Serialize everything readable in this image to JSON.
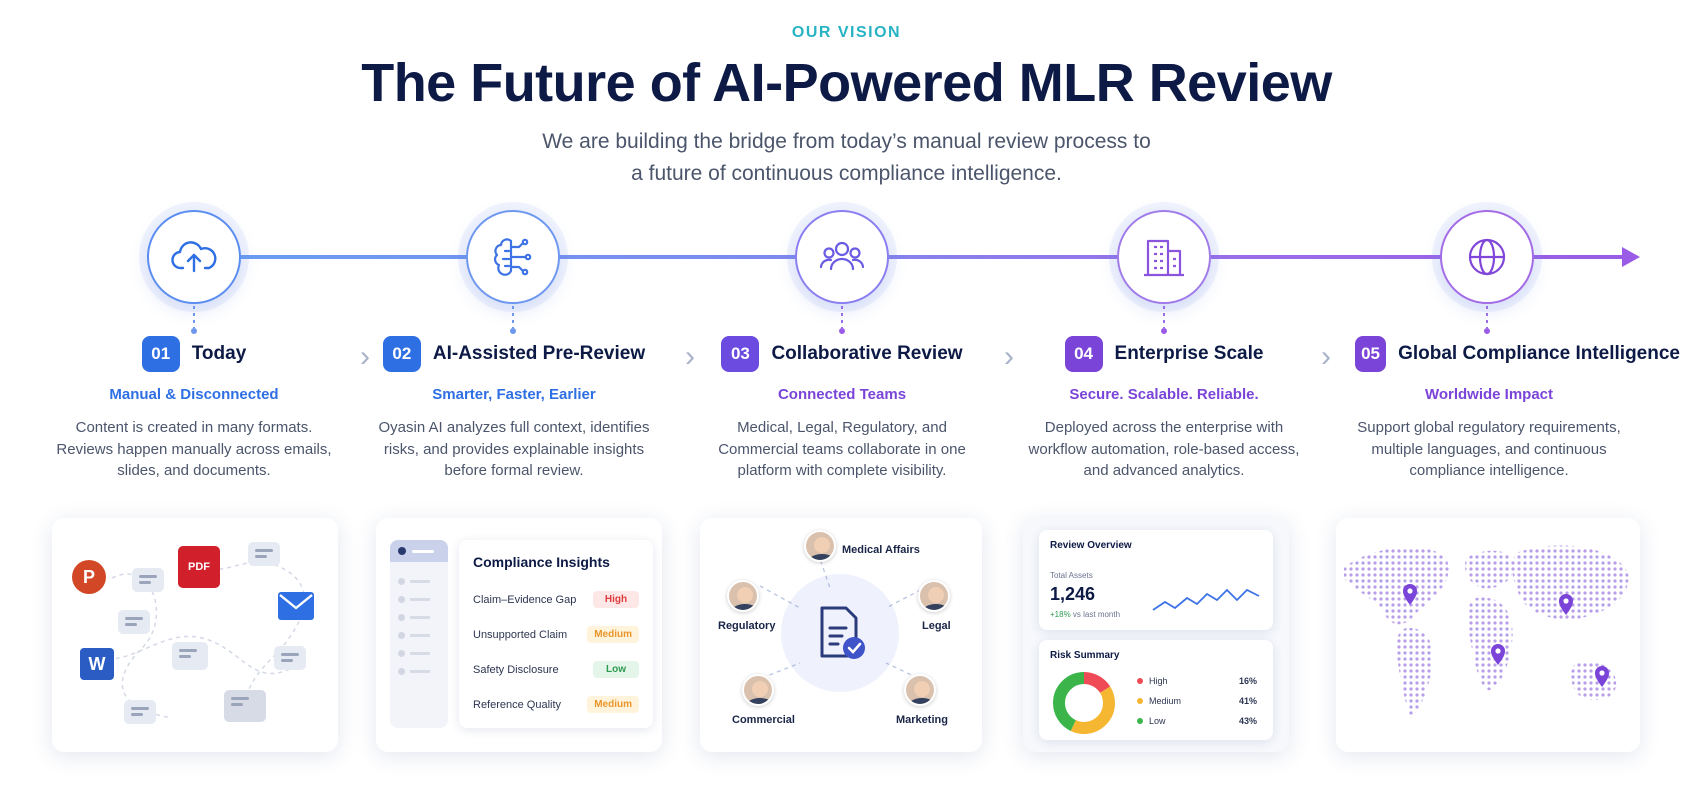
{
  "header": {
    "eyebrow": "OUR VISION",
    "title": "The Future of AI-Powered MLR Review",
    "subtitle_line1": "We are building the bridge from today’s manual review process to",
    "subtitle_line2": "a future of continuous compliance intelligence."
  },
  "colors": {
    "blue": "#2f6fe4",
    "purple": "#7a44d8",
    "teal": "#27b3c4"
  },
  "steps": [
    {
      "num": "01",
      "title": "Today",
      "subtitle": "Manual & Disconnected",
      "desc": "Content is created in many formats. Reviews happen manually across emails, slides, and documents.",
      "icon": "cloud-upload-icon"
    },
    {
      "num": "02",
      "title": "AI-Assisted Pre-Review",
      "subtitle": "Smarter, Faster, Earlier",
      "desc": "Oyasin AI analyzes full context, identifies risks, and provides explainable insights before formal review.",
      "icon": "ai-brain-icon"
    },
    {
      "num": "03",
      "title": "Collaborative Review",
      "subtitle": "Connected Teams",
      "desc": "Medical, Legal, Regulatory, and Commercial teams collaborate in one platform with complete visibility.",
      "icon": "team-icon"
    },
    {
      "num": "04",
      "title": "Enterprise Scale",
      "subtitle": "Secure. Scalable. Reliable.",
      "desc": "Deployed across the enterprise with workflow automation, role-based access, and advanced analytics.",
      "icon": "building-icon"
    },
    {
      "num": "05",
      "title": "Global Compliance Intelligence",
      "subtitle": "Worldwide Impact",
      "desc": "Support global regulatory requirements, multiple languages, and continuous compliance intelligence.",
      "icon": "globe-icon"
    }
  ],
  "card1": {
    "pdf_label": "PDF",
    "ppt_label": "P",
    "word_label": "W"
  },
  "card2": {
    "title": "Compliance Insights",
    "rows": [
      {
        "label": "Claim–Evidence Gap",
        "level": "High"
      },
      {
        "label": "Unsupported Claim",
        "level": "Medium"
      },
      {
        "label": "Safety Disclosure",
        "level": "Low"
      },
      {
        "label": "Reference Quality",
        "level": "Medium"
      }
    ]
  },
  "card3": {
    "teams": [
      "Medical Affairs",
      "Regulatory",
      "Legal",
      "Commercial",
      "Marketing"
    ]
  },
  "card4": {
    "overview_title": "Review Overview",
    "total_label": "Total Assets",
    "total_value": "1,246",
    "trend": "+18%",
    "trend_suffix": "vs last month",
    "risk_title": "Risk Summary",
    "risk": [
      {
        "label": "High",
        "pct": "16%",
        "value": 16,
        "color": "#ef4b57"
      },
      {
        "label": "Medium",
        "pct": "41%",
        "value": 41,
        "color": "#f5b731"
      },
      {
        "label": "Low",
        "pct": "43%",
        "value": 43,
        "color": "#3bb54a"
      }
    ]
  }
}
